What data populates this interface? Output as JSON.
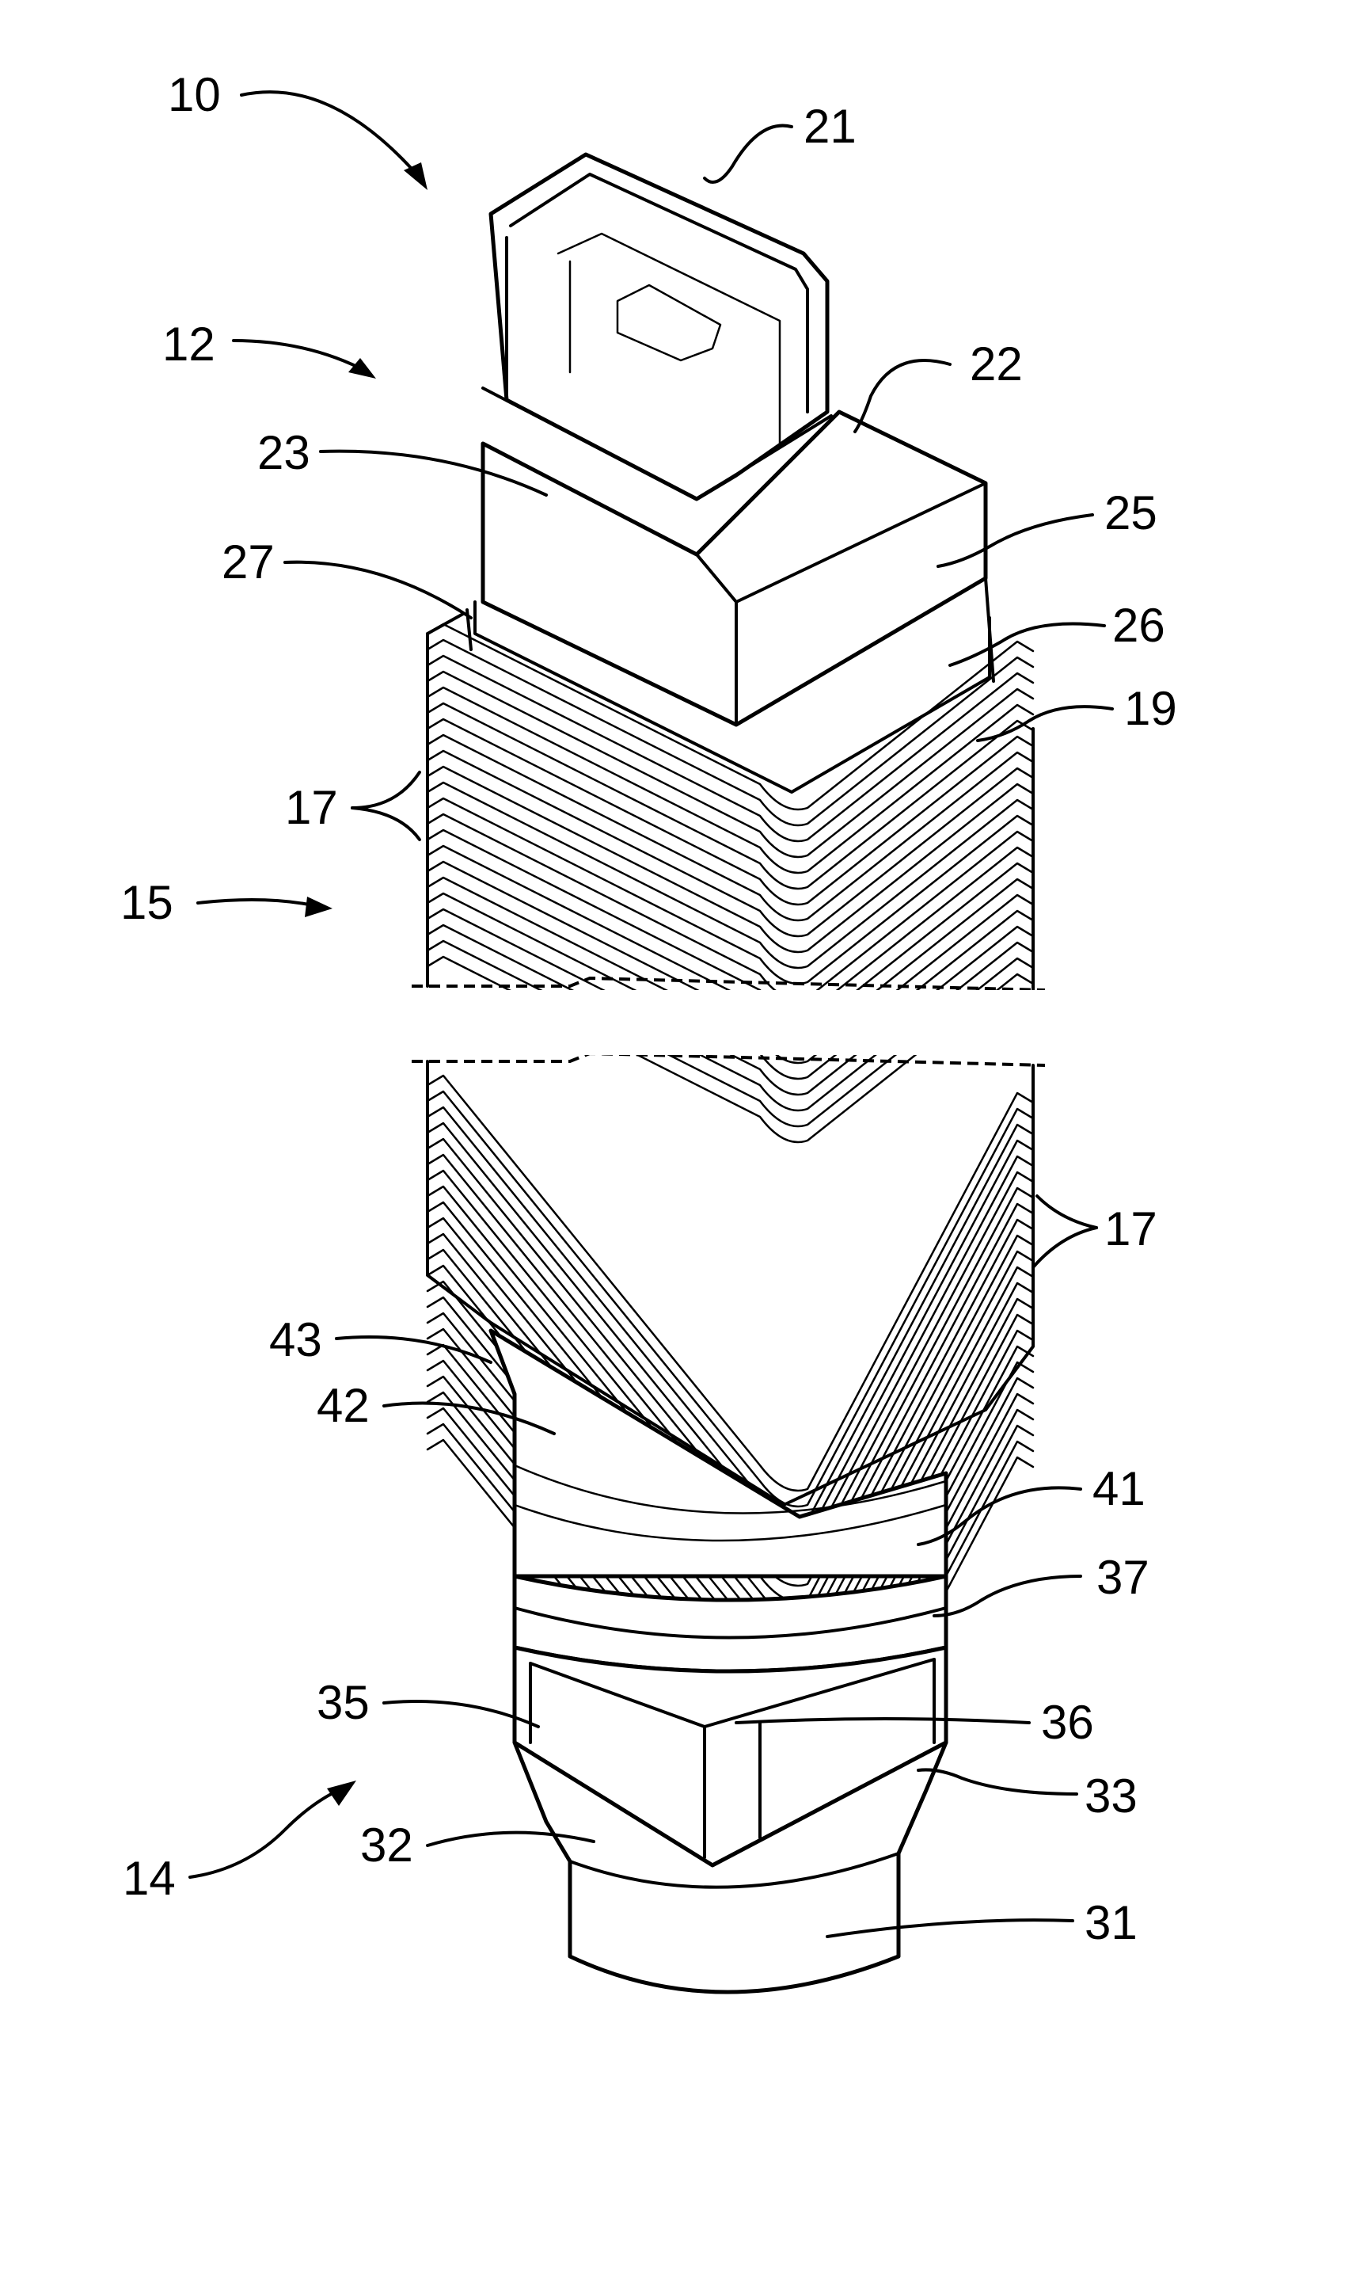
{
  "figure": {
    "reference_numerals": [
      "10",
      "21",
      "12",
      "22",
      "23",
      "25",
      "27",
      "26",
      "19",
      "17",
      "15",
      "17",
      "43",
      "42",
      "41",
      "37",
      "35",
      "36",
      "33",
      "14",
      "32",
      "31"
    ]
  }
}
